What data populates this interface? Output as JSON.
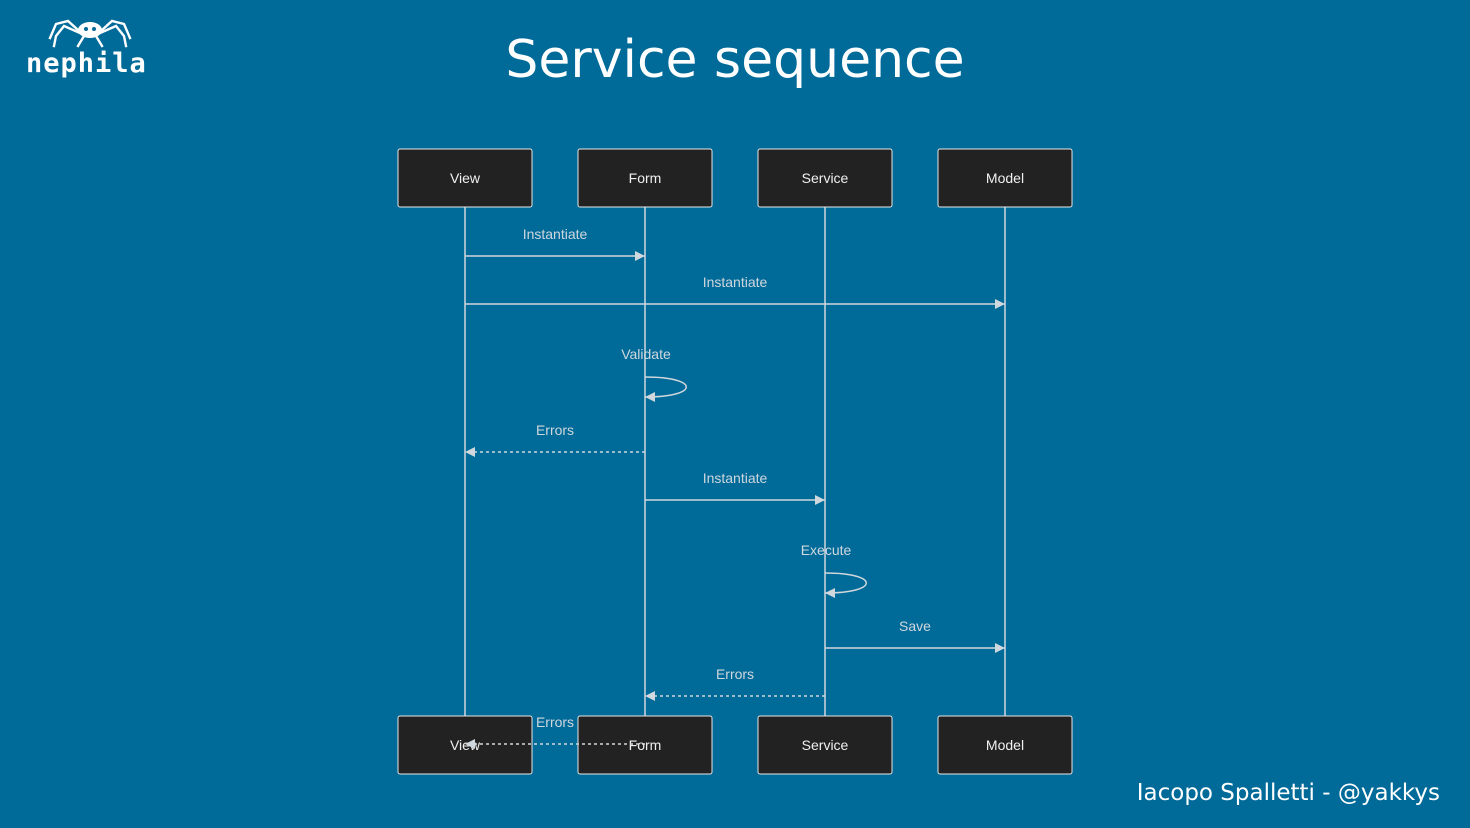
{
  "logo": {
    "text": "nephila",
    "icon": "spider-icon"
  },
  "title": "Service sequence",
  "footer": "Iacopo Spalletti - @yakkys",
  "colors": {
    "background": "#006a99",
    "participant_box": "#222222",
    "line": "#d0d7dd",
    "text": "#ffffff"
  },
  "diagram": {
    "participants": [
      "View",
      "Form",
      "Service",
      "Model"
    ],
    "messages": [
      {
        "from": "View",
        "to": "Form",
        "label": "Instantiate",
        "style": "solid"
      },
      {
        "from": "View",
        "to": "Model",
        "label": "Instantiate",
        "style": "solid"
      },
      {
        "from": "Form",
        "to": "Form",
        "label": "Validate",
        "style": "self"
      },
      {
        "from": "Form",
        "to": "View",
        "label": "Errors",
        "style": "dashed"
      },
      {
        "from": "Form",
        "to": "Service",
        "label": "Instantiate",
        "style": "solid"
      },
      {
        "from": "Service",
        "to": "Service",
        "label": "Execute",
        "style": "self"
      },
      {
        "from": "Service",
        "to": "Model",
        "label": "Save",
        "style": "solid"
      },
      {
        "from": "Service",
        "to": "Form",
        "label": "Errors",
        "style": "dashed"
      },
      {
        "from": "Form",
        "to": "View",
        "label": "Errors",
        "style": "dashed"
      }
    ]
  }
}
